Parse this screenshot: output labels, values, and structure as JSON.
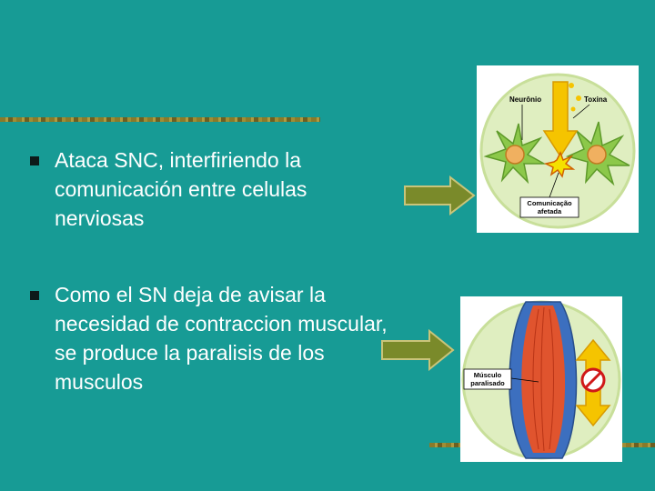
{
  "bullets": [
    {
      "text": "Ataca SNC, interfiriendo la comunicación entre celulas nerviosas"
    },
    {
      "text": "Como el SN deja de avisar la necesidad de contraccion muscular, se produce la paralisis de los musculos"
    }
  ],
  "figure1": {
    "label_neuron": "Neurônio",
    "label_toxin": "Toxina",
    "label_comm_line1": "Comunicação",
    "label_comm_line2": "afetada"
  },
  "figure2": {
    "label_muscle_line1": "Músculo",
    "label_muscle_line2": "paralisado"
  },
  "colors": {
    "background": "#179b95",
    "arrow_fill": "#7a8a2a",
    "text": "#ffffff"
  }
}
